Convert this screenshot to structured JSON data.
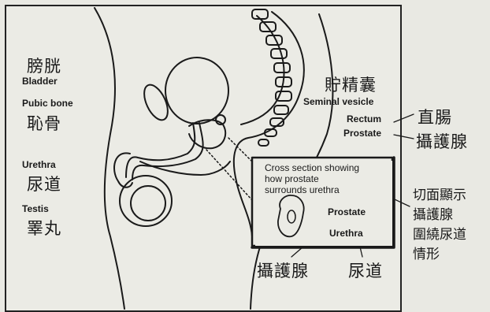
{
  "labels": {
    "bladder_zh": "膀胱",
    "bladder_en": "Bladder",
    "pubic_bone_en": "Pubic bone",
    "pubic_bone_zh": "恥骨",
    "urethra_en": "Urethra",
    "urethra_zh": "尿道",
    "testis_en": "Testis",
    "testis_zh": "睪丸",
    "seminal_vesicle_zh": "貯精囊",
    "seminal_vesicle_en": "Seminal vesicle",
    "rectum_en": "Rectum",
    "prostate_en": "Prostate"
  },
  "outside": {
    "rectum_zh": "直腸",
    "prostate_zh": "攝護腺",
    "cross_section_caption_lines": [
      "切面顯示",
      "攝護腺",
      "圍繞尿道",
      "情形"
    ]
  },
  "inset": {
    "caption_lines": [
      "Cross section showing",
      "how prostate",
      "surrounds urethra"
    ],
    "prostate_en": "Prostate",
    "urethra_en": "Urethra"
  },
  "bottom": {
    "prostate_zh": "攝護腺",
    "urethra_zh": "尿道"
  }
}
